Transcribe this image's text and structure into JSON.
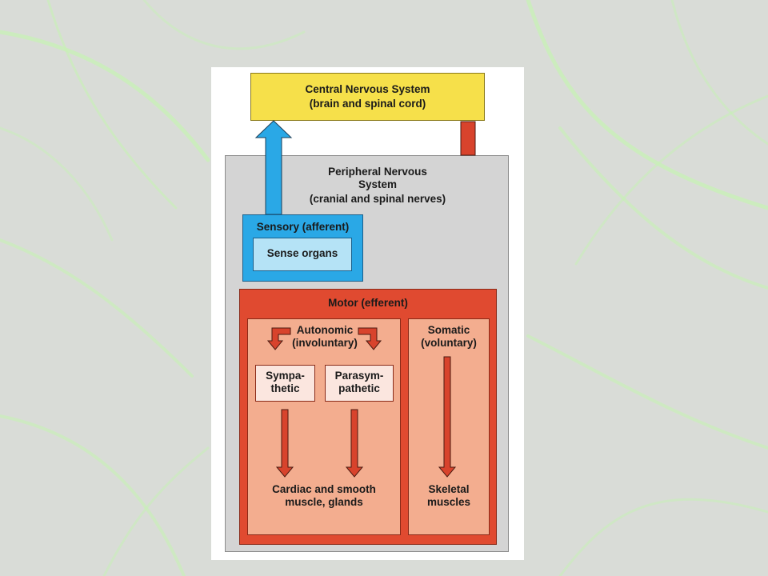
{
  "colors": {
    "background": "#d9dcd7",
    "central": "#f6e04a",
    "peripheral": "#d4d4d4",
    "sensory": "#2aa8e6",
    "sense_organs": "#b5e3f6",
    "motor": "#e04a30",
    "subdivision": "#f3ad8f",
    "branch": "#fbe6df",
    "arrow_red": "#d8432c",
    "arrow_blue": "#2aa8e6"
  },
  "central": {
    "title": "Central Nervous System",
    "subtitle": "(brain and spinal cord)"
  },
  "peripheral": {
    "title": "Peripheral Nervous\nSystem",
    "subtitle": "(cranial and spinal nerves)"
  },
  "sensory": {
    "title": "Sensory (afferent)",
    "organs": "Sense organs"
  },
  "motor": {
    "title": "Motor (efferent)",
    "autonomic": {
      "title": "Autonomic\n(involuntary)",
      "sympathetic": "Sympa-\nthetic",
      "parasympathetic": "Parasym-\npathetic",
      "target": "Cardiac and smooth\nmuscle, glands"
    },
    "somatic": {
      "title": "Somatic\n(voluntary)",
      "target": "Skeletal\nmuscles"
    }
  }
}
